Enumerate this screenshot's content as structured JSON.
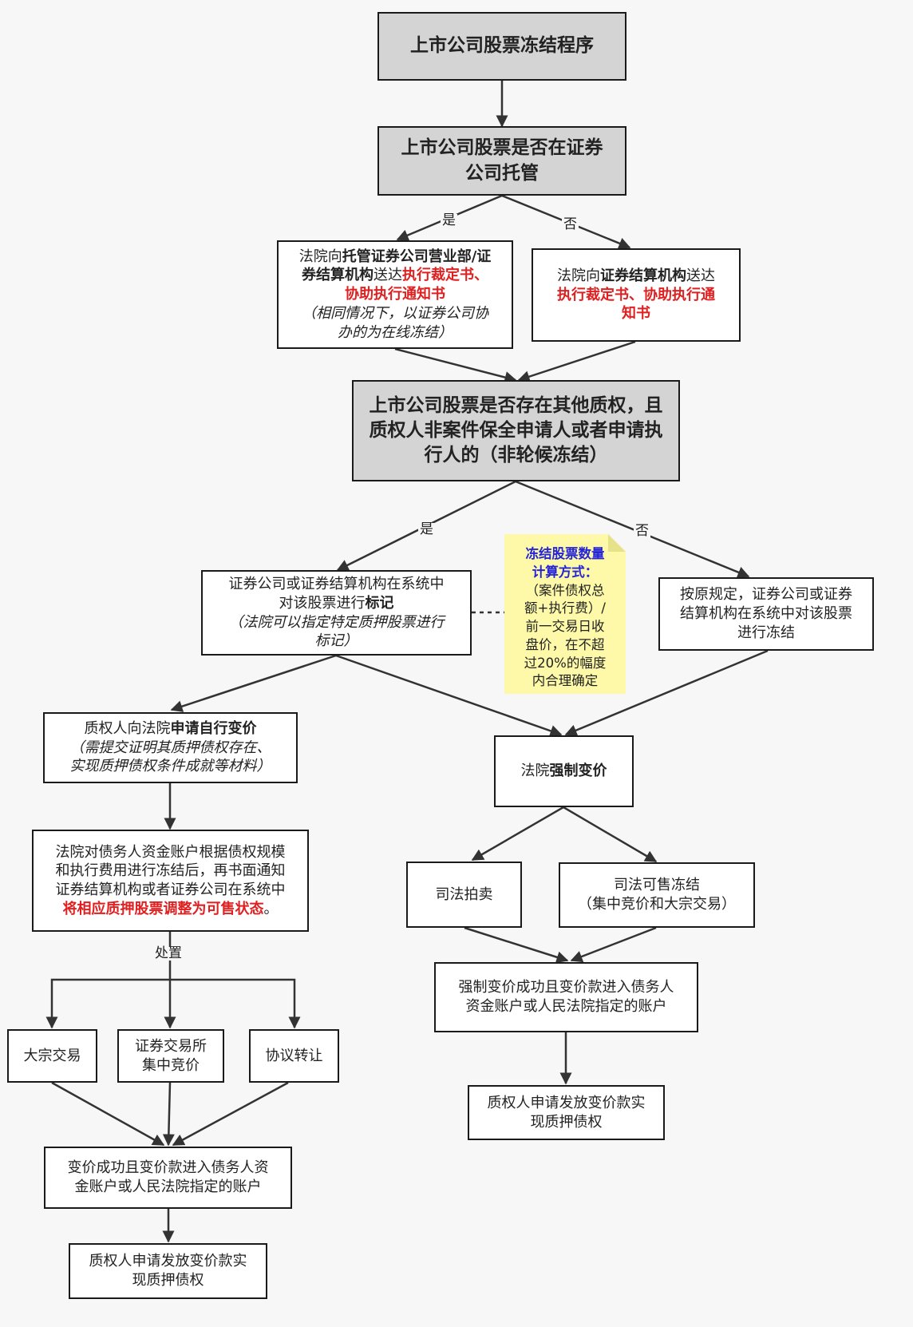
{
  "nodes": {
    "n1": {
      "line1": "上市公司股票冻结程序"
    },
    "n2": {
      "line1": "上市公司股票是否在证券",
      "line2": "公司托管"
    },
    "n3": {
      "p1": "法院向",
      "b1": "托管证券公司营业部/证",
      "b2": "券结算机构",
      "p2": "送达",
      "r1": "执行裁定书、",
      "r2": "协助执行通知书",
      "i1": "（相同情况下，以证券公司协",
      "i2": "办的为在线冻结）"
    },
    "n4": {
      "p1": "法院向",
      "b1": "证券结算机构",
      "p2": "送达",
      "r1": "执行裁定书、协助执行通",
      "r2": "知书"
    },
    "n5": {
      "line1": "上市公司股票是否存在其他质权，且",
      "line2": "质权人非案件保全申请人或者申请执",
      "line3": "行人的（非轮候冻结）"
    },
    "n6": {
      "l1": "证券公司或证券结算机构在系统中",
      "p1": "对该股票进行",
      "b1": "标记",
      "i1": "（法院可以指定特定质押股票进行",
      "i2": "标记）"
    },
    "n7": {
      "l1": "按原规定，证券公司或证券",
      "l2": "结算机构在系统中对该股票",
      "l3": "进行冻结"
    },
    "n8": {
      "p1": "质权人向法院",
      "b1": "申请自行变价",
      "i1": "（需提交证明其质押债权存在、",
      "i2": "实现质押债权条件成就等材料）"
    },
    "n9": {
      "p1": "法院",
      "b1": "强制变价"
    },
    "n10": {
      "l1": "法院对债务人资金账户根据债权规模",
      "l2": "和执行费用进行冻结后，再书面通知",
      "l3": "证券结算机构或者证券公司在系统中",
      "r1": "将相应质押股票调整为可售状态",
      "p1": "。"
    },
    "n11": {
      "l1": "司法拍卖"
    },
    "n12": {
      "l1": "司法可售冻结",
      "l2": "（集中竞价和大宗交易）"
    },
    "n13": {
      "l1": "强制变价成功且变价款进入债务人",
      "l2": "资金账户或人民法院指定的账户"
    },
    "n14": {
      "l1": "大宗交易"
    },
    "n15": {
      "l1": "证券交易所",
      "l2": "集中竞价"
    },
    "n16": {
      "l1": "协议转让"
    },
    "n17": {
      "l1": "质权人申请发放变价款实",
      "l2": "现质押债权"
    },
    "n18": {
      "l1": "变价成功且变价款进入债务人资",
      "l2": "金账户或人民法院指定的账户"
    },
    "n19": {
      "l1": "质权人申请发放变价款实",
      "l2": "现质押债权"
    }
  },
  "edge_labels": {
    "yes1": "是",
    "no1": "否",
    "yes2": "是",
    "no2": "否",
    "dispose": "处置"
  },
  "note": {
    "title1": "冻结股票数量",
    "title2": "计算方式：",
    "l1": "（案件债权总",
    "l2": "额+执行费）/",
    "l3": "前一交易日收",
    "l4": "盘价，在不超",
    "l5": "过20%的幅度",
    "l6": "内合理确定"
  },
  "colors": {
    "gray_fill": "#d4d4d4",
    "red_text": "#e02020",
    "note_fill": "#fdf9a8",
    "note_title": "#2424d8"
  }
}
